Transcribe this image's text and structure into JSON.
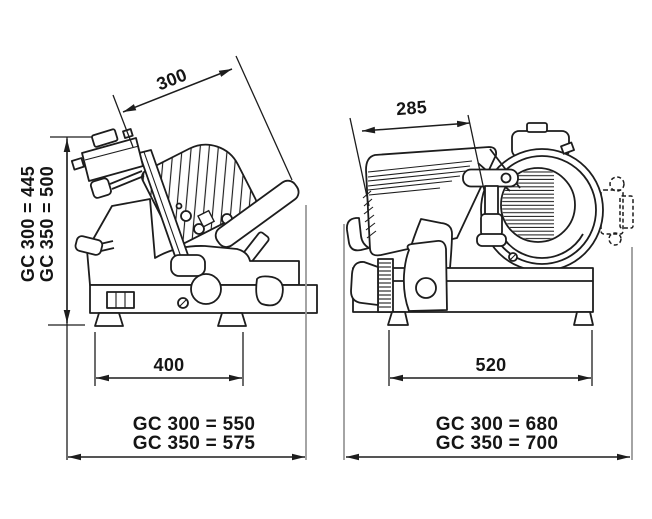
{
  "page": {
    "background": "#ffffff"
  },
  "drawing": {
    "ink_color": "#1d1d1d",
    "extension_line_color": "#9a9a9a",
    "side_view": {
      "dim_carriage_stroke": "300",
      "dim_height_gc300": "GC 300 = 445",
      "dim_height_gc350": "GC 350 = 500",
      "dim_feet": "400",
      "dim_overall_gc300": "GC 300 = 550",
      "dim_overall_gc350": "GC 350 = 575"
    },
    "front_view": {
      "dim_tray": "285",
      "dim_feet": "520",
      "dim_overall_gc300": "GC 300 = 680",
      "dim_overall_gc350": "GC 350 = 700"
    }
  }
}
